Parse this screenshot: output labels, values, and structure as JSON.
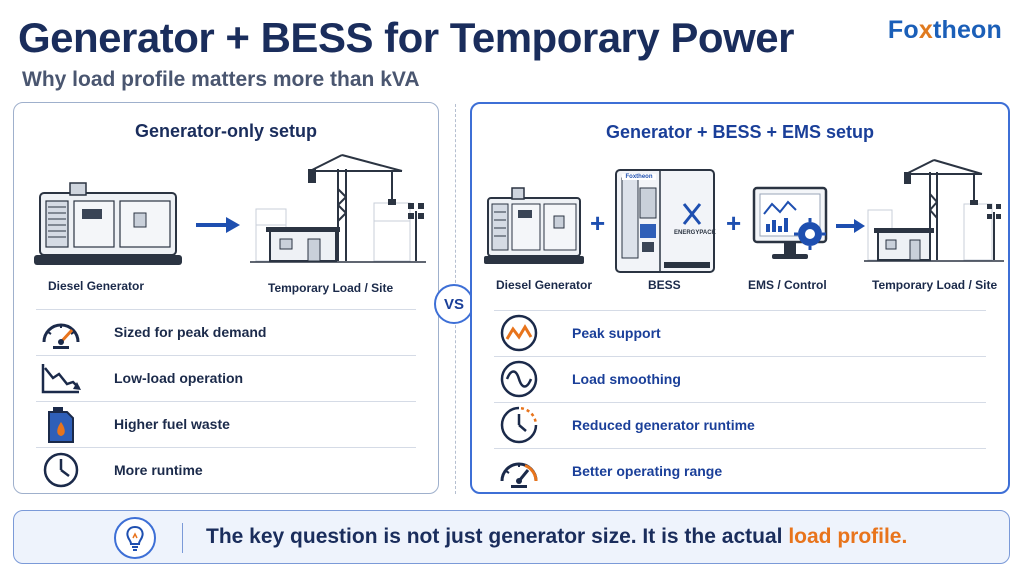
{
  "header": {
    "title": "Generator + BESS for Temporary Power",
    "subtitle": "Why load profile matters more than kVA",
    "brand_a": "Fo",
    "brand_x": "x",
    "brand_b": "theon"
  },
  "left_panel": {
    "title": "Generator-only setup",
    "labels": {
      "generator": "Diesel Generator",
      "site": "Temporary Load / Site"
    },
    "rows": [
      {
        "icon": "gauge-high-icon",
        "text": "Sized for peak demand"
      },
      {
        "icon": "trend-down-icon",
        "text": "Low-load operation"
      },
      {
        "icon": "fuel-can-icon",
        "text": "Higher fuel waste"
      },
      {
        "icon": "clock-icon",
        "text": "More runtime"
      }
    ]
  },
  "vs": "VS",
  "right_panel": {
    "title": "Generator + BESS + EMS setup",
    "labels": {
      "generator": "Diesel Generator",
      "bess": "BESS",
      "ems": "EMS / Control",
      "site": "Temporary Load / Site"
    },
    "bess_brand": "Foxtheon",
    "bess_product": "ENERGYPACK",
    "rows": [
      {
        "icon": "peak-wave-icon",
        "text": "Peak support"
      },
      {
        "icon": "sine-wave-icon",
        "text": "Load smoothing"
      },
      {
        "icon": "clock-reduce-icon",
        "text": "Reduced generator runtime"
      },
      {
        "icon": "gauge-optimal-icon",
        "text": "Better operating range"
      }
    ]
  },
  "banner": {
    "icon": "lightbulb-icon",
    "message": "The key question is not just generator size. It is the actual ",
    "highlight": "load profile."
  },
  "colors": {
    "navy": "#1a2d5c",
    "accent_blue": "#3d6fd6",
    "orange": "#e8741c"
  }
}
